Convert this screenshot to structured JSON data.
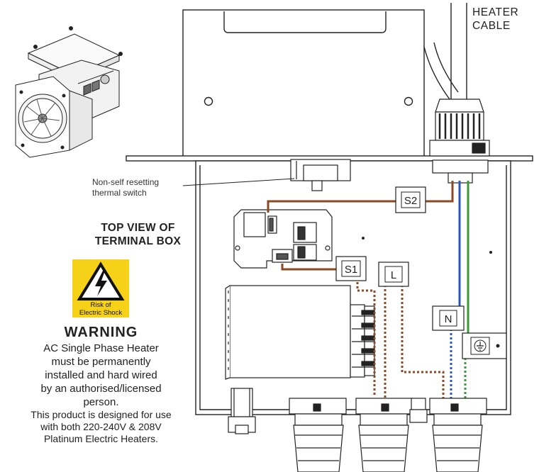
{
  "labels": {
    "heater_cable": [
      "HEATER",
      "CABLE"
    ],
    "thermal_switch": [
      "Non-self resetting",
      "thermal switch"
    ],
    "top_view": [
      "TOP VIEW OF",
      "TERMINAL BOX"
    ],
    "s1": "S1",
    "s2": "S2",
    "l": "L",
    "n": "N"
  },
  "warning_sign": {
    "text": [
      "Risk of",
      "Electric Shock"
    ]
  },
  "warning": {
    "title": "WARNING",
    "lines": [
      "AC Single Phase Heater",
      "must be  permanently",
      "installed and hard wired",
      "by an authorised/licensed",
      "person."
    ],
    "note_lines": [
      "This product is designed for use",
      "with both 220-240V & 208V",
      "Platinum Electric Heaters."
    ]
  },
  "colors": {
    "line": "#222222",
    "brown_wire": "#8b4a24",
    "blue_wire": "#2a56b8",
    "green_wire": "#3a9a3a",
    "sign_yellow": "#f5d117"
  }
}
